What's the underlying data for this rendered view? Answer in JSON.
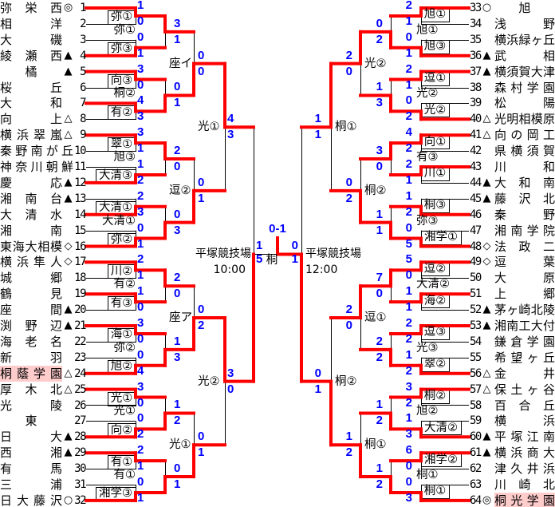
{
  "colors": {
    "winner_line": "#ff0000",
    "line": "#000000",
    "score": "#0000ff",
    "highlight": "#ffcccc"
  },
  "left": {
    "teams": [
      {
        "no": "1",
        "name": "弥栄西",
        "mark": "◎"
      },
      {
        "no": "2",
        "name": "相洋",
        "mark": ""
      },
      {
        "no": "3",
        "name": "大磯",
        "mark": ""
      },
      {
        "no": "4",
        "name": "綾瀬西",
        "mark": "▲"
      },
      {
        "no": "5",
        "name": "橘",
        "mark": "▲"
      },
      {
        "no": "6",
        "name": "桜丘",
        "mark": ""
      },
      {
        "no": "7",
        "name": "大和",
        "mark": ""
      },
      {
        "no": "8",
        "name": "向上",
        "mark": "△"
      },
      {
        "no": "9",
        "name": "横浜翠嵐",
        "mark": "△"
      },
      {
        "no": "10",
        "name": "秦野南が丘",
        "mark": ""
      },
      {
        "no": "11",
        "name": "神奈川朝鮮",
        "mark": ""
      },
      {
        "no": "12",
        "name": "慶応",
        "mark": "▲"
      },
      {
        "no": "13",
        "name": "湘南台",
        "mark": "▲"
      },
      {
        "no": "14",
        "name": "大清水",
        "mark": ""
      },
      {
        "no": "15",
        "name": "湘南",
        "mark": ""
      },
      {
        "no": "16",
        "name": "東海大相模",
        "mark": "◇"
      },
      {
        "no": "17",
        "name": "横浜隼人",
        "mark": "◇"
      },
      {
        "no": "18",
        "name": "城郷",
        "mark": ""
      },
      {
        "no": "19",
        "name": "鶴見",
        "mark": ""
      },
      {
        "no": "20",
        "name": "座間",
        "mark": "▲"
      },
      {
        "no": "21",
        "name": "渕野辺",
        "mark": "▲"
      },
      {
        "no": "22",
        "name": "海老名",
        "mark": ""
      },
      {
        "no": "23",
        "name": "新羽",
        "mark": ""
      },
      {
        "no": "24",
        "name": "桐蔭学園",
        "mark": "△",
        "highlight": true
      },
      {
        "no": "25",
        "name": "厚木北",
        "mark": "△"
      },
      {
        "no": "26",
        "name": "光陵",
        "mark": ""
      },
      {
        "no": "27",
        "name": "東",
        "mark": ""
      },
      {
        "no": "28",
        "name": "日大",
        "mark": "▲"
      },
      {
        "no": "29",
        "name": "西湘",
        "mark": "▲"
      },
      {
        "no": "30",
        "name": "有馬",
        "mark": ""
      },
      {
        "no": "31",
        "name": "三浦",
        "mark": ""
      },
      {
        "no": "32",
        "name": "日大藤沢",
        "mark": "○"
      }
    ],
    "round1": [
      {
        "label": "弥①",
        "scores": [
          "1",
          "0"
        ],
        "winner": 0
      },
      {
        "label": "弥③",
        "scores": [
          "0",
          "1"
        ],
        "winner": 1
      },
      {
        "label": "向③",
        "scores": [
          "3",
          "0"
        ],
        "winner": 0
      },
      {
        "label": "有②",
        "scores": [
          "4",
          "3"
        ],
        "winner": 0
      },
      {
        "label": "翠①",
        "scores": [
          "3",
          "1"
        ],
        "winner": 0
      },
      {
        "label": "大清③",
        "scores": [
          "1",
          "2"
        ],
        "winner": 1
      },
      {
        "label": "大清①",
        "scores": [
          "2",
          "3"
        ],
        "winner": 1
      },
      {
        "label": "弥②",
        "scores": [
          "0",
          "1"
        ],
        "winner": 1
      },
      {
        "label": "川②",
        "scores": [
          "2",
          "1"
        ],
        "winner": 0
      },
      {
        "label": "有③",
        "scores": [
          "1",
          "0"
        ],
        "winner": 0
      },
      {
        "label": "海①",
        "scores": [
          "3",
          "0"
        ],
        "winner": 0
      },
      {
        "label": "旭②",
        "scores": [
          "0",
          "4"
        ],
        "winner": 1
      },
      {
        "label": "光①",
        "scores": [
          "3",
          "0"
        ],
        "winner": 0
      },
      {
        "label": "向②",
        "scores": [
          "0",
          "2"
        ],
        "winner": 1
      },
      {
        "label": "有①",
        "scores": [
          "2",
          "1"
        ],
        "winner": 0
      },
      {
        "label": "湘学③",
        "scores": [
          "0",
          "1"
        ],
        "winner": 1
      }
    ],
    "round2": [
      {
        "label": "弥①",
        "scores": [
          "3",
          "1"
        ],
        "winner": 0
      },
      {
        "label": "桐②",
        "scores": [
          "0",
          "1"
        ],
        "winner": 1
      },
      {
        "label": "旭③",
        "scores": [
          "2",
          "0"
        ],
        "winner": 0
      },
      {
        "label": "大清①",
        "scores": [
          "0",
          "3"
        ],
        "winner": 1
      },
      {
        "label": "有②",
        "scores": [
          "2",
          "0"
        ],
        "winner": 0
      },
      {
        "label": "弥②",
        "scores": [
          "1",
          "3"
        ],
        "winner": 1
      },
      {
        "label": "光①",
        "scores": [
          "1",
          "2"
        ],
        "winner": 1
      },
      {
        "label": "有①",
        "scores": [
          "0",
          "1"
        ],
        "winner": 1
      }
    ],
    "round3": [
      {
        "label": "座イ",
        "scores": [
          "0",
          "0"
        ],
        "winner": 1
      },
      {
        "label": "逗②",
        "scores": [
          "0",
          "1"
        ],
        "winner": 1
      },
      {
        "label": "座ア",
        "scores": [
          "0",
          "2"
        ],
        "winner": 1
      },
      {
        "label": "光①",
        "scores": [
          "0",
          "1"
        ],
        "winner": 1
      }
    ],
    "round4": [
      {
        "label": "光①",
        "scores": [
          "4",
          "3"
        ],
        "winner": 0
      },
      {
        "label": "光②",
        "scores": [
          "3",
          "0"
        ],
        "winner": 0
      }
    ],
    "semifinal": {
      "venue": "平塚競技場",
      "time": "10:00",
      "scores": [
        "1",
        "5"
      ],
      "winner": 1
    }
  },
  "right": {
    "teams": [
      {
        "no": "33",
        "name": "旭",
        "mark": "○"
      },
      {
        "no": "34",
        "name": "浅野",
        "mark": ""
      },
      {
        "no": "35",
        "name": "横浜緑ヶ丘",
        "mark": ""
      },
      {
        "no": "36",
        "name": "武相",
        "mark": "▲"
      },
      {
        "no": "37",
        "name": "横須賀大津",
        "mark": "▲"
      },
      {
        "no": "38",
        "name": "森村学園",
        "mark": ""
      },
      {
        "no": "39",
        "name": "松陽",
        "mark": ""
      },
      {
        "no": "40",
        "name": "光明相模原",
        "mark": "△"
      },
      {
        "no": "41",
        "name": "向の岡工",
        "mark": "△"
      },
      {
        "no": "42",
        "name": "県横須賀",
        "mark": ""
      },
      {
        "no": "43",
        "name": "川和",
        "mark": ""
      },
      {
        "no": "44",
        "name": "大和南",
        "mark": "▲"
      },
      {
        "no": "45",
        "name": "藤沢北",
        "mark": "▲"
      },
      {
        "no": "46",
        "name": "秦野",
        "mark": ""
      },
      {
        "no": "47",
        "name": "湘南学院",
        "mark": ""
      },
      {
        "no": "48",
        "name": "法政二",
        "mark": "◇"
      },
      {
        "no": "49",
        "name": "逗葉",
        "mark": "◇"
      },
      {
        "no": "50",
        "name": "大原",
        "mark": ""
      },
      {
        "no": "51",
        "name": "上郷",
        "mark": ""
      },
      {
        "no": "52",
        "name": "茅ヶ崎北陵",
        "mark": "▲"
      },
      {
        "no": "53",
        "name": "湘南工大付",
        "mark": "▲"
      },
      {
        "no": "54",
        "name": "鎌倉学園",
        "mark": ""
      },
      {
        "no": "55",
        "name": "希望ヶ丘",
        "mark": ""
      },
      {
        "no": "56",
        "name": "金井",
        "mark": "△"
      },
      {
        "no": "57",
        "name": "保土ヶ谷",
        "mark": "△"
      },
      {
        "no": "58",
        "name": "百合丘",
        "mark": ""
      },
      {
        "no": "59",
        "name": "横浜",
        "mark": ""
      },
      {
        "no": "60",
        "name": "平塚江南",
        "mark": "▲"
      },
      {
        "no": "61",
        "name": "横浜商大",
        "mark": "▲"
      },
      {
        "no": "62",
        "name": "津久井浜",
        "mark": ""
      },
      {
        "no": "63",
        "name": "川崎北",
        "mark": ""
      },
      {
        "no": "64",
        "name": "桐光学園",
        "mark": "◎",
        "highlight": true
      }
    ],
    "round1": [
      {
        "label": "旭①",
        "scores": [
          "2",
          "1"
        ],
        "winner": 0
      },
      {
        "label": "旭③",
        "scores": [
          "0",
          "1"
        ],
        "winner": 1
      },
      {
        "label": "逗①",
        "scores": [
          "2",
          "1"
        ],
        "winner": 0
      },
      {
        "label": "光②",
        "scores": [
          "0",
          "2"
        ],
        "winner": 1
      },
      {
        "label": "向①",
        "scores": [
          "4",
          "2"
        ],
        "winner": 0
      },
      {
        "label": "川①",
        "scores": [
          "2",
          "1"
        ],
        "winner": 0
      },
      {
        "label": "桐③",
        "scores": [
          "1",
          "2"
        ],
        "winner": 1
      },
      {
        "label": "湘学①",
        "scores": [
          "0",
          "5"
        ],
        "winner": 1
      },
      {
        "label": "逗②",
        "scores": [
          "5",
          "0"
        ],
        "winner": 0
      },
      {
        "label": "海②",
        "scores": [
          "1",
          "1"
        ],
        "winner": 0
      },
      {
        "label": "逗③",
        "scores": [
          "2",
          "2"
        ],
        "winner": 0
      },
      {
        "label": "翠②",
        "scores": [
          "1",
          "2"
        ],
        "winner": 1
      },
      {
        "label": "桐②",
        "scores": [
          "3",
          "2"
        ],
        "winner": 0
      },
      {
        "label": "大清②",
        "scores": [
          "1",
          "3"
        ],
        "winner": 1
      },
      {
        "label": "湘学②",
        "scores": [
          "6",
          "0"
        ],
        "winner": 0
      },
      {
        "label": "桐①",
        "scores": [
          "0",
          "3"
        ],
        "winner": 1
      }
    ],
    "round2": [
      {
        "label": "旭①",
        "scores": [
          "0",
          "2"
        ],
        "winner": 1
      },
      {
        "label": "光②",
        "scores": [
          "1",
          "3"
        ],
        "winner": 1
      },
      {
        "label": "有③",
        "scores": [
          "3",
          "0"
        ],
        "winner": 0
      },
      {
        "label": "弥③",
        "scores": [
          "1",
          "1"
        ],
        "winner": 1
      },
      {
        "label": "大清②",
        "scores": [
          "7",
          "0"
        ],
        "winner": 0
      },
      {
        "label": "光③",
        "scores": [
          "2",
          "2"
        ],
        "winner": 1
      },
      {
        "label": "旭②",
        "scores": [
          "1",
          "2"
        ],
        "winner": 1
      },
      {
        "label": "桐①",
        "scores": [
          "1",
          "2"
        ],
        "winner": 1
      }
    ],
    "round3": [
      {
        "label": "光②",
        "scores": [
          "2",
          "0"
        ],
        "winner": 0
      },
      {
        "label": "桐②",
        "scores": [
          "0",
          "2"
        ],
        "winner": 1
      },
      {
        "label": "逗①",
        "scores": [
          "2",
          "0"
        ],
        "winner": 0
      },
      {
        "label": "桐①",
        "scores": [
          "1",
          "2"
        ],
        "winner": 1
      }
    ],
    "round4": [
      {
        "label": "桐①",
        "scores": [
          "1",
          "1"
        ],
        "winner": 0
      },
      {
        "label": "桐②",
        "scores": [
          "0",
          "1"
        ],
        "winner": 1
      }
    ],
    "semifinal": {
      "venue": "平塚競技場",
      "time": "12:00",
      "scores": [
        "0",
        "1"
      ],
      "winner": 1
    }
  },
  "final": {
    "score": "0-1",
    "label": "桐",
    "winner": "right"
  }
}
